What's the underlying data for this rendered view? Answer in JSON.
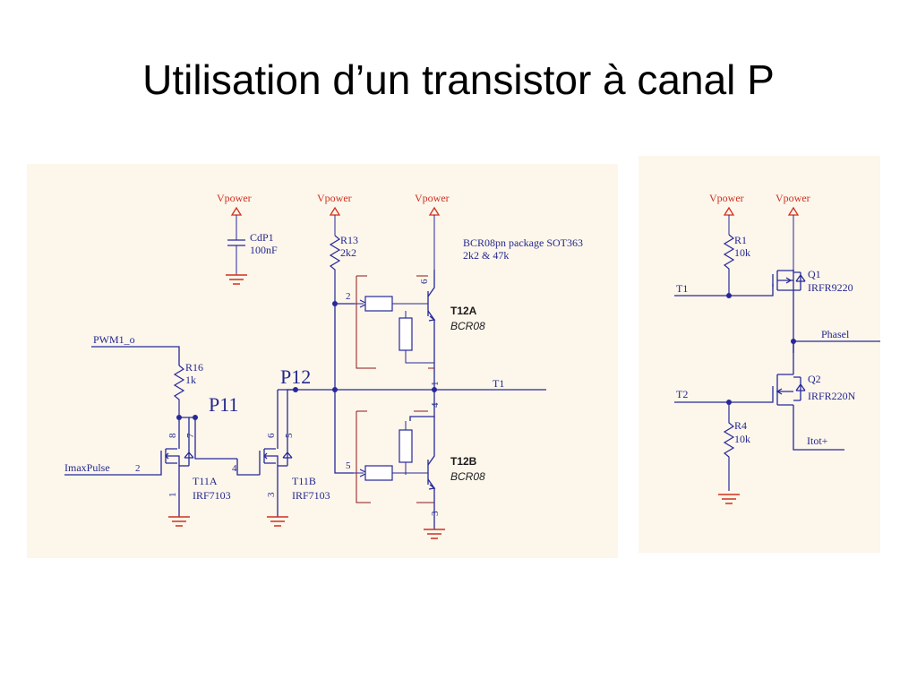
{
  "slide": {
    "title": "Utilisation d’un transistor à canal P"
  },
  "left_schematic": {
    "background": "#fdf6eb",
    "wire_color": "#26289a",
    "power_color": "#cf3020",
    "power_labels": [
      "Vpower",
      "Vpower",
      "Vpower"
    ],
    "capacitor": {
      "ref": "CdP1",
      "value": "100nF"
    },
    "r13": {
      "ref": "R13",
      "value": "2k2"
    },
    "r16": {
      "ref": "R16",
      "value": "1k"
    },
    "bcr_note": {
      "line1": "BCR08pn package SOT363",
      "line2": "2k2 & 47k"
    },
    "nets": {
      "pwm": "PWM1_o",
      "imax": "ImaxPulse",
      "p11": "P11",
      "p12": "P12",
      "t1": "T1"
    },
    "t11a": {
      "ref": "T11A",
      "part": "IRF7103",
      "pins": [
        "8",
        "7",
        "2",
        "1"
      ]
    },
    "t11b": {
      "ref": "T11B",
      "part": "IRF7103",
      "pins": [
        "6",
        "5",
        "4",
        "3"
      ]
    },
    "t12a": {
      "ref": "T12A",
      "part": "BCR08",
      "pins": [
        "2",
        "6",
        "1"
      ]
    },
    "t12b": {
      "ref": "T12B",
      "part": "BCR08",
      "pins": [
        "5",
        "4",
        "3"
      ]
    }
  },
  "right_schematic": {
    "background": "#fdf6eb",
    "power_labels": [
      "Vpower",
      "Vpower"
    ],
    "r1": {
      "ref": "R1",
      "value": "10k"
    },
    "r4": {
      "ref": "R4",
      "value": "10k"
    },
    "q1": {
      "ref": "Q1",
      "part": "IRFR9220"
    },
    "q2": {
      "ref": "Q2",
      "part": "IRFR220N"
    },
    "nets": {
      "t1": "T1",
      "t2": "T2",
      "phase": "Phasel",
      "itot": "Itot+"
    }
  }
}
